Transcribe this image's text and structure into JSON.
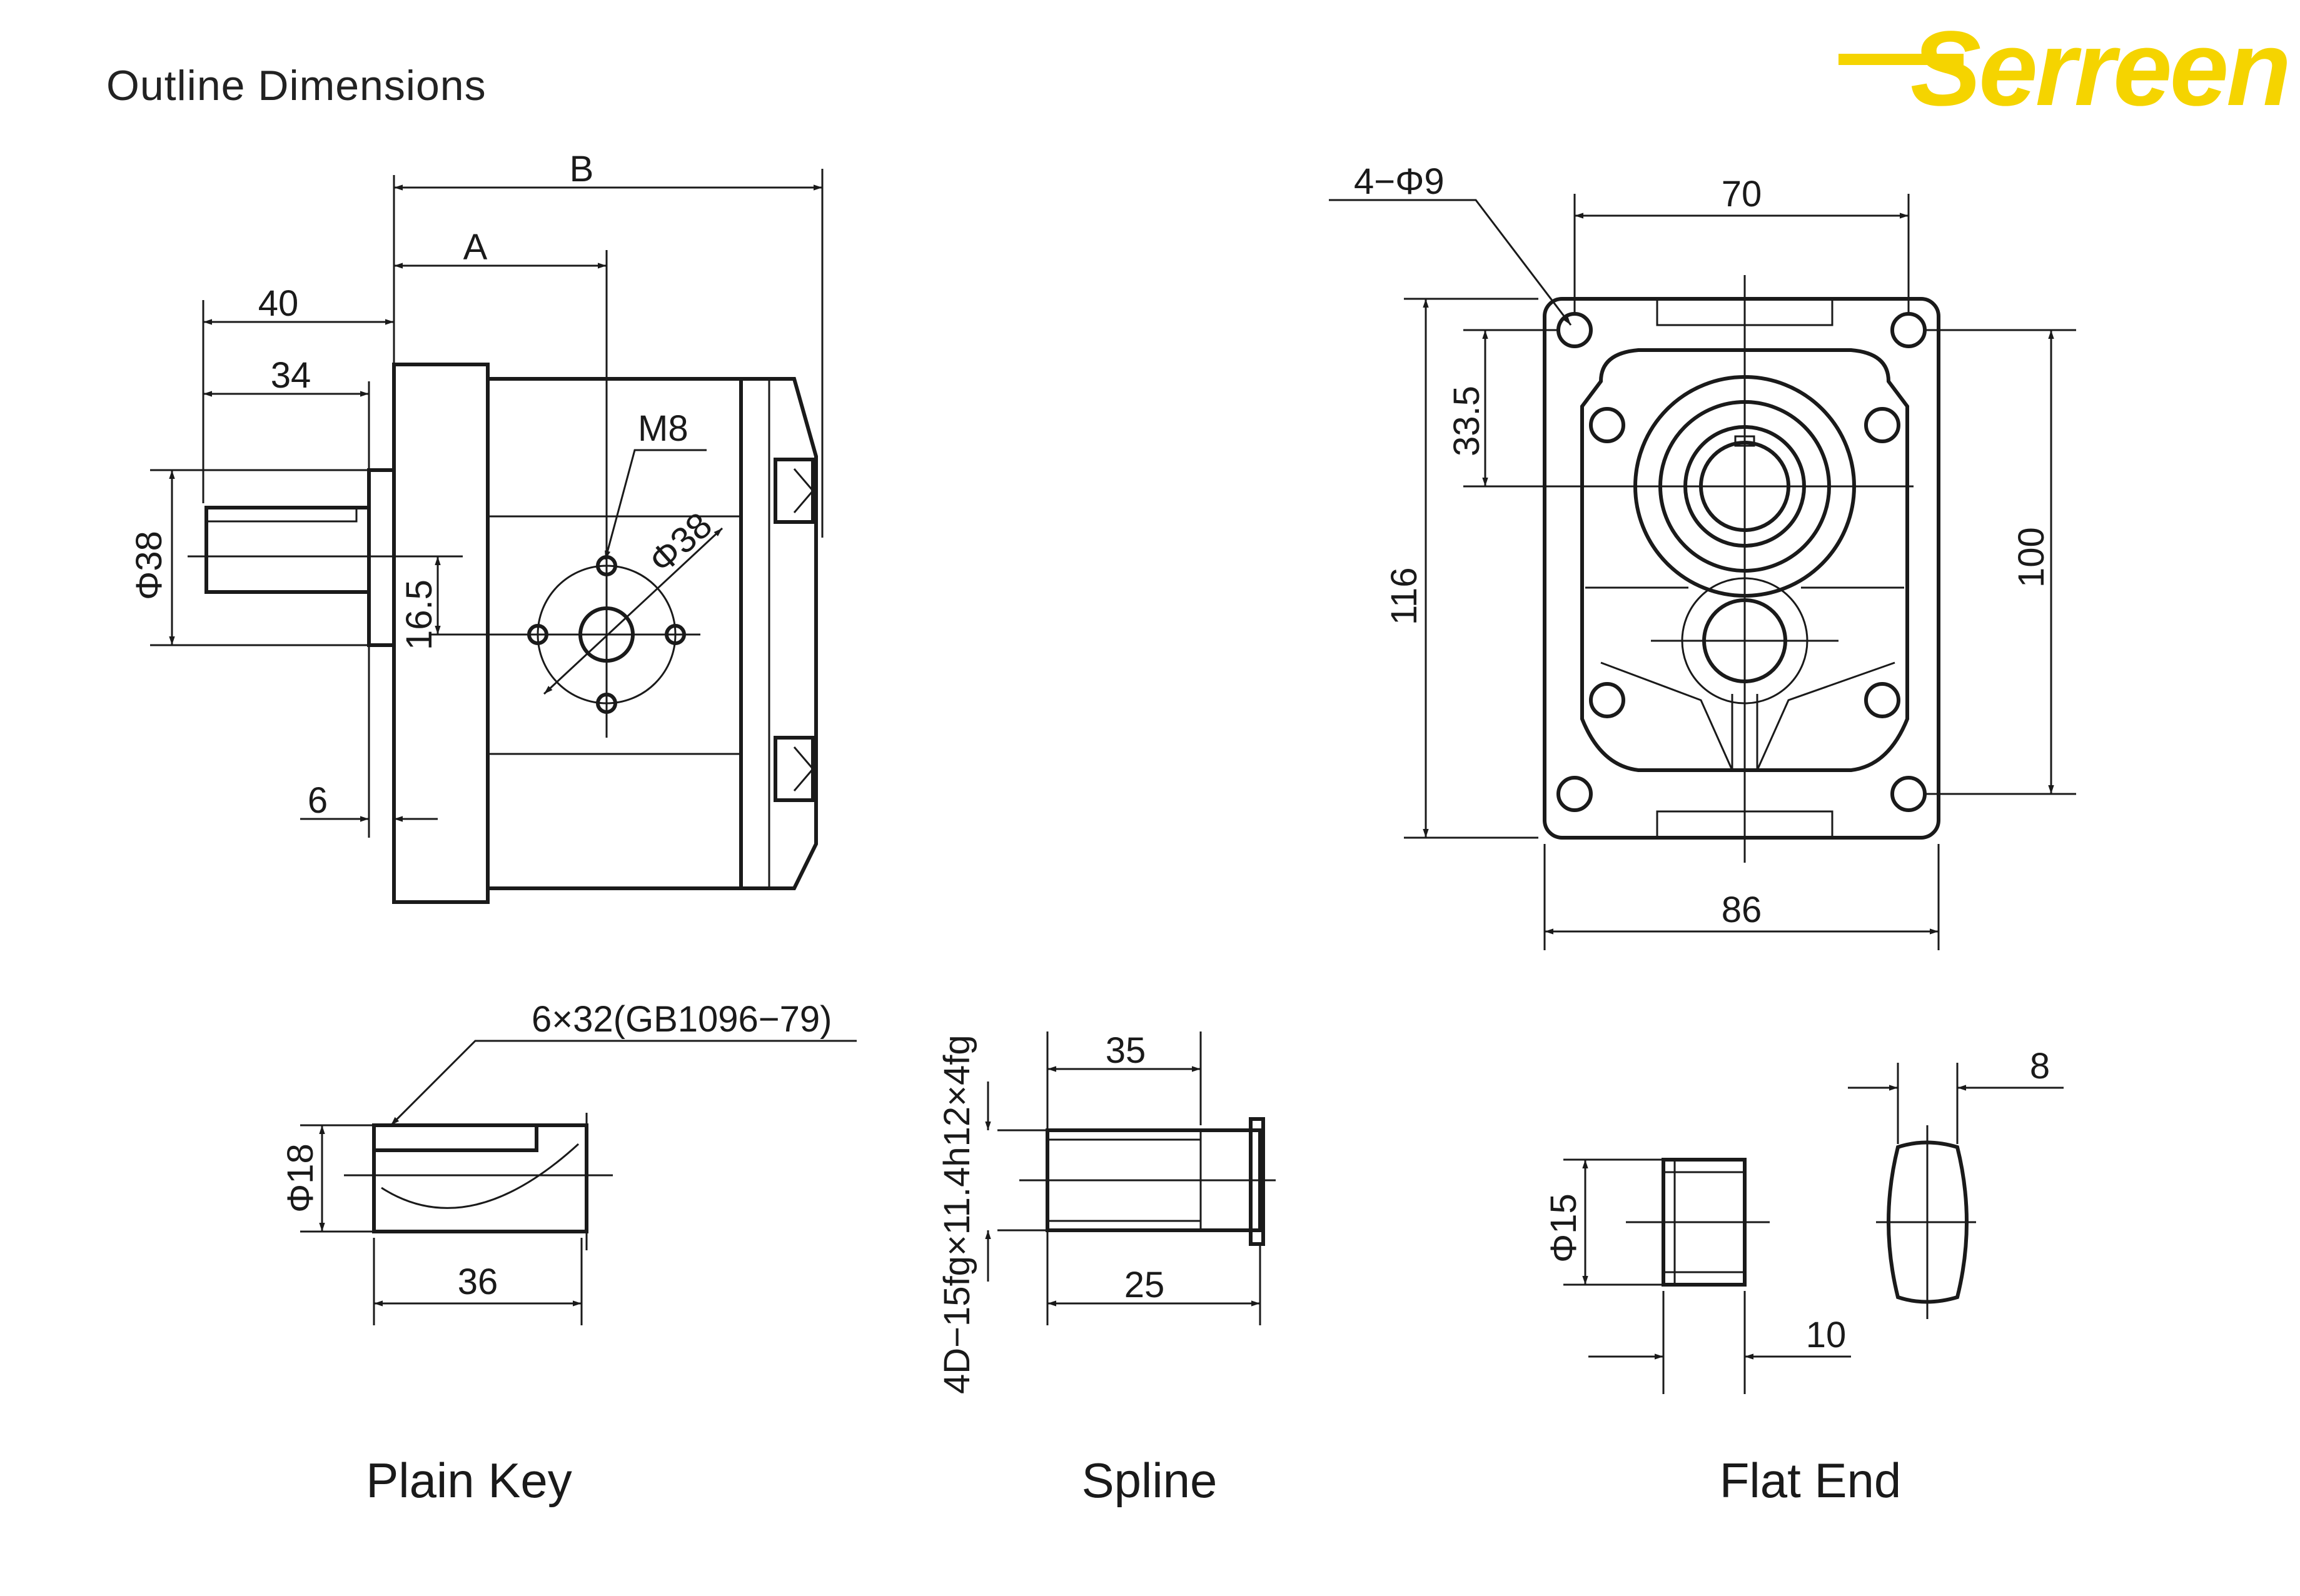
{
  "header": {
    "title": "Outline Dimensions",
    "logo_text": "Serreen",
    "brand_color": "#f5d400"
  },
  "side_view": {
    "dim_B": "B",
    "dim_A": "A",
    "dim_40": "40",
    "dim_34": "34",
    "port_thread": "M8",
    "bolt_circle": "Φ38",
    "shaft_dia": "Φ38",
    "offset": "16.5",
    "pilot_depth": "6"
  },
  "front_view": {
    "mount_holes": "4−Φ9",
    "hole_spacing_h": "70",
    "hole_offset_v": "33.5",
    "height": "116",
    "hole_spacing_v": "100",
    "width": "86"
  },
  "plain_key": {
    "key_spec": "6×32(GB1096−79)",
    "diameter": "Φ18",
    "length": "36",
    "caption": "Plain Key"
  },
  "spline": {
    "spec": "4D−15fg×11.4h12×4fg",
    "length_35": "35",
    "length_25": "25",
    "caption": "Spline"
  },
  "flat_end": {
    "flat_width": "8",
    "diameter": "Φ15",
    "length": "10",
    "caption": "Flat End"
  }
}
